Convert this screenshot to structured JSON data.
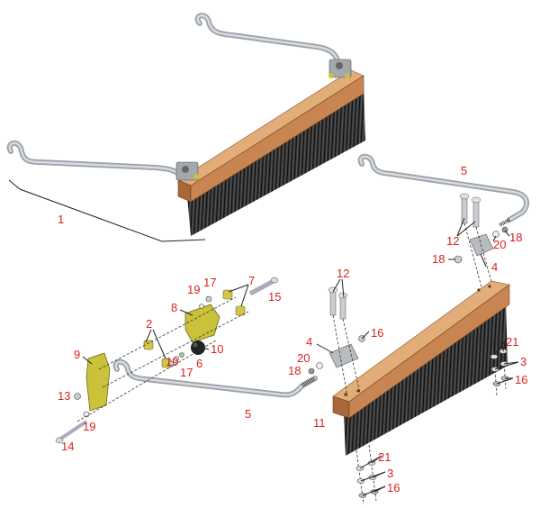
{
  "colors": {
    "callout": "#d8231f",
    "wood_top": "#d9a16b",
    "wood_front": "#b87745",
    "bristle": "#2a2a2a",
    "rod": "#b8bec4",
    "bracket": "#9ea3a8",
    "plate": "#c9c23a"
  },
  "callouts": [
    {
      "id": "c1",
      "text": "1"
    },
    {
      "id": "c2",
      "text": "2"
    },
    {
      "id": "c3a",
      "text": "3"
    },
    {
      "id": "c3b",
      "text": "3"
    },
    {
      "id": "c4a",
      "text": "4"
    },
    {
      "id": "c4b",
      "text": "4"
    },
    {
      "id": "c5a",
      "text": "5"
    },
    {
      "id": "c5b",
      "text": "5"
    },
    {
      "id": "c6",
      "text": "6"
    },
    {
      "id": "c7",
      "text": "7"
    },
    {
      "id": "c8",
      "text": "8"
    },
    {
      "id": "c9",
      "text": "9"
    },
    {
      "id": "c10",
      "text": "10"
    },
    {
      "id": "c11",
      "text": "11"
    },
    {
      "id": "c12a",
      "text": "12"
    },
    {
      "id": "c12b",
      "text": "12"
    },
    {
      "id": "c13",
      "text": "13"
    },
    {
      "id": "c14",
      "text": "14"
    },
    {
      "id": "c15",
      "text": "15"
    },
    {
      "id": "c16a",
      "text": "16"
    },
    {
      "id": "c16b",
      "text": "16"
    },
    {
      "id": "c16c",
      "text": "16"
    },
    {
      "id": "c17a",
      "text": "17"
    },
    {
      "id": "c17b",
      "text": "17"
    },
    {
      "id": "c18a",
      "text": "18"
    },
    {
      "id": "c18b",
      "text": "18"
    },
    {
      "id": "c18c",
      "text": "18"
    },
    {
      "id": "c19a",
      "text": "19"
    },
    {
      "id": "c19b",
      "text": "19"
    },
    {
      "id": "c19c",
      "text": "19"
    },
    {
      "id": "c20a",
      "text": "20"
    },
    {
      "id": "c20b",
      "text": "20"
    },
    {
      "id": "c21a",
      "text": "21"
    },
    {
      "id": "c21b",
      "text": "21"
    }
  ]
}
